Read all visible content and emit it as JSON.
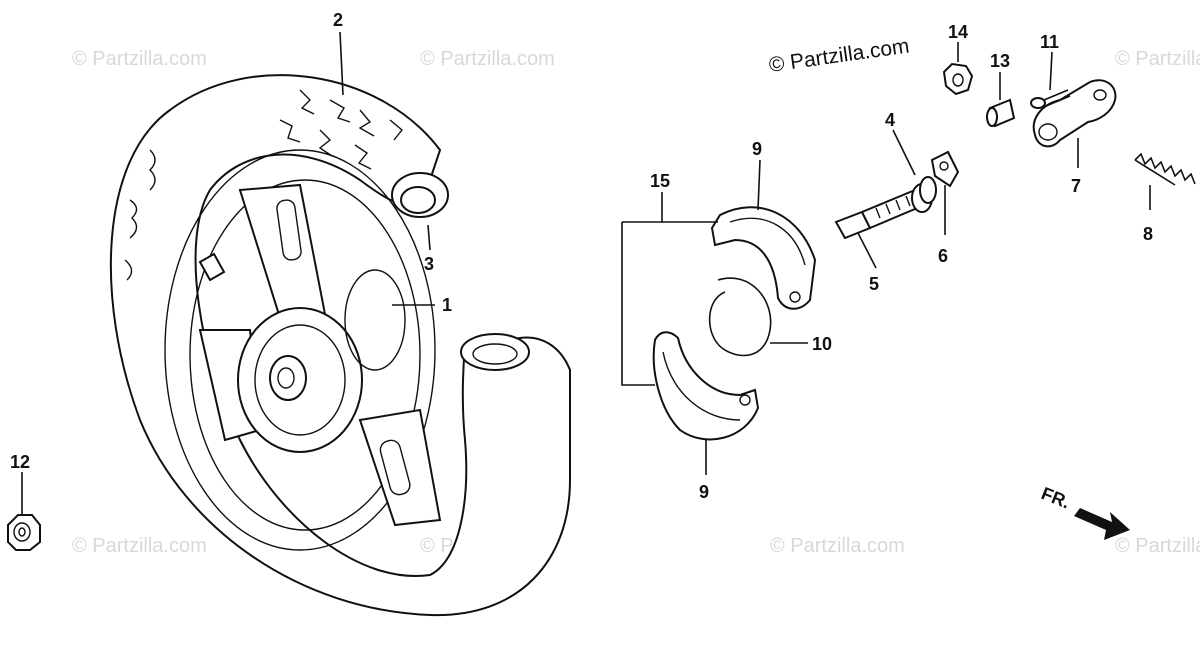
{
  "watermarks": [
    "© Partzilla.com",
    "© Partzilla.com",
    "© Partzilla.com",
    "© Partzilla.com",
    "© Partzilla.com",
    "© Partzilla.com",
    "© Partzilla.com"
  ],
  "copyright_main": "© Partzilla.com",
  "callouts": {
    "c1": "1",
    "c2": "2",
    "c3": "3",
    "c4": "4",
    "c5": "5",
    "c6": "6",
    "c7": "7",
    "c8": "8",
    "c9a": "9",
    "c9b": "9",
    "c10": "10",
    "c11": "11",
    "c12": "12",
    "c13": "13",
    "c14": "14",
    "c15": "15"
  },
  "direction_label": "FR."
}
